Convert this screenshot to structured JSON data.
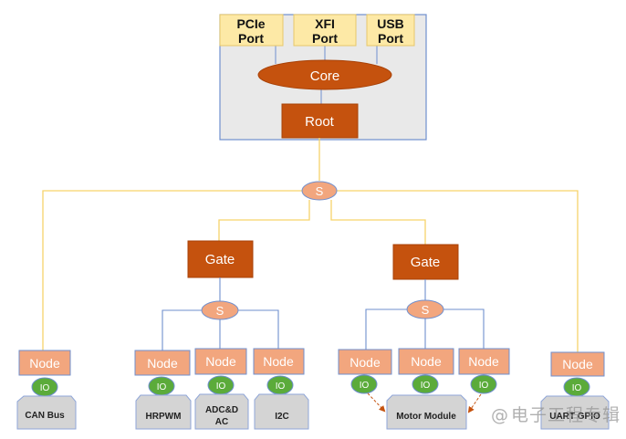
{
  "core_block": {
    "ports": [
      {
        "line1": "PCIe",
        "line2": "Port"
      },
      {
        "line1": "XFI",
        "line2": "Port"
      },
      {
        "line1": "USB",
        "line2": "Port"
      }
    ],
    "core_label": "Core",
    "root_label": "Root"
  },
  "switch_label": "S",
  "gate_label": "Gate",
  "node_label": "Node",
  "io_label": "IO",
  "devices": {
    "can_bus": "CAN Bus",
    "hrpwm": "HRPWM",
    "adc_line1": "ADC&D",
    "adc_line2": "AC",
    "i2c": "I2C",
    "motor_module": "Motor Module",
    "uart_gpio": "UART GPIO"
  },
  "watermark": {
    "symbol": "@",
    "text": "电子工程专辑"
  },
  "colors": {
    "port_fill": "#fde9a6",
    "core_fill": "#c5520e",
    "switch_fill": "#f2a67e",
    "node_fill": "#f2a67e",
    "io_fill": "#5bab3a",
    "device_fill": "#d4d4d4",
    "yellow_line": "#f6d36b",
    "blue_line": "#6f8fce"
  }
}
